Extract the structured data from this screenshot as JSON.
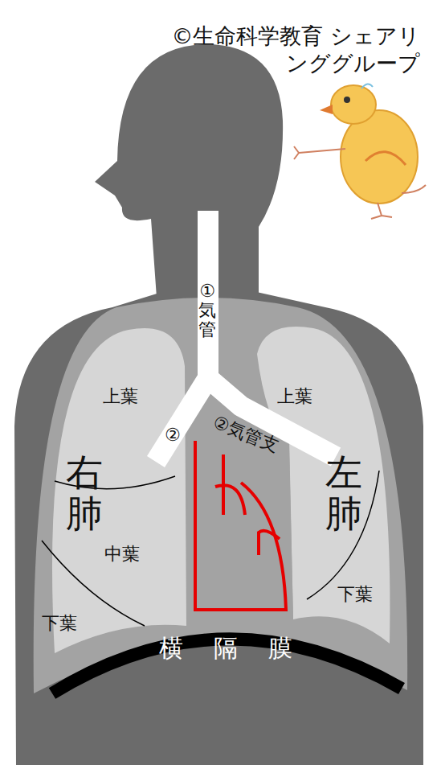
{
  "diagram": {
    "labels": [
      "©生命科学教育 シェアリンググループ",
      "①気管",
      "上葉",
      "上葉",
      "②",
      "②気管支",
      "右肺",
      "左肺",
      "中葉",
      "下葉",
      "下葉",
      "横隔膜"
    ]
  }
}
